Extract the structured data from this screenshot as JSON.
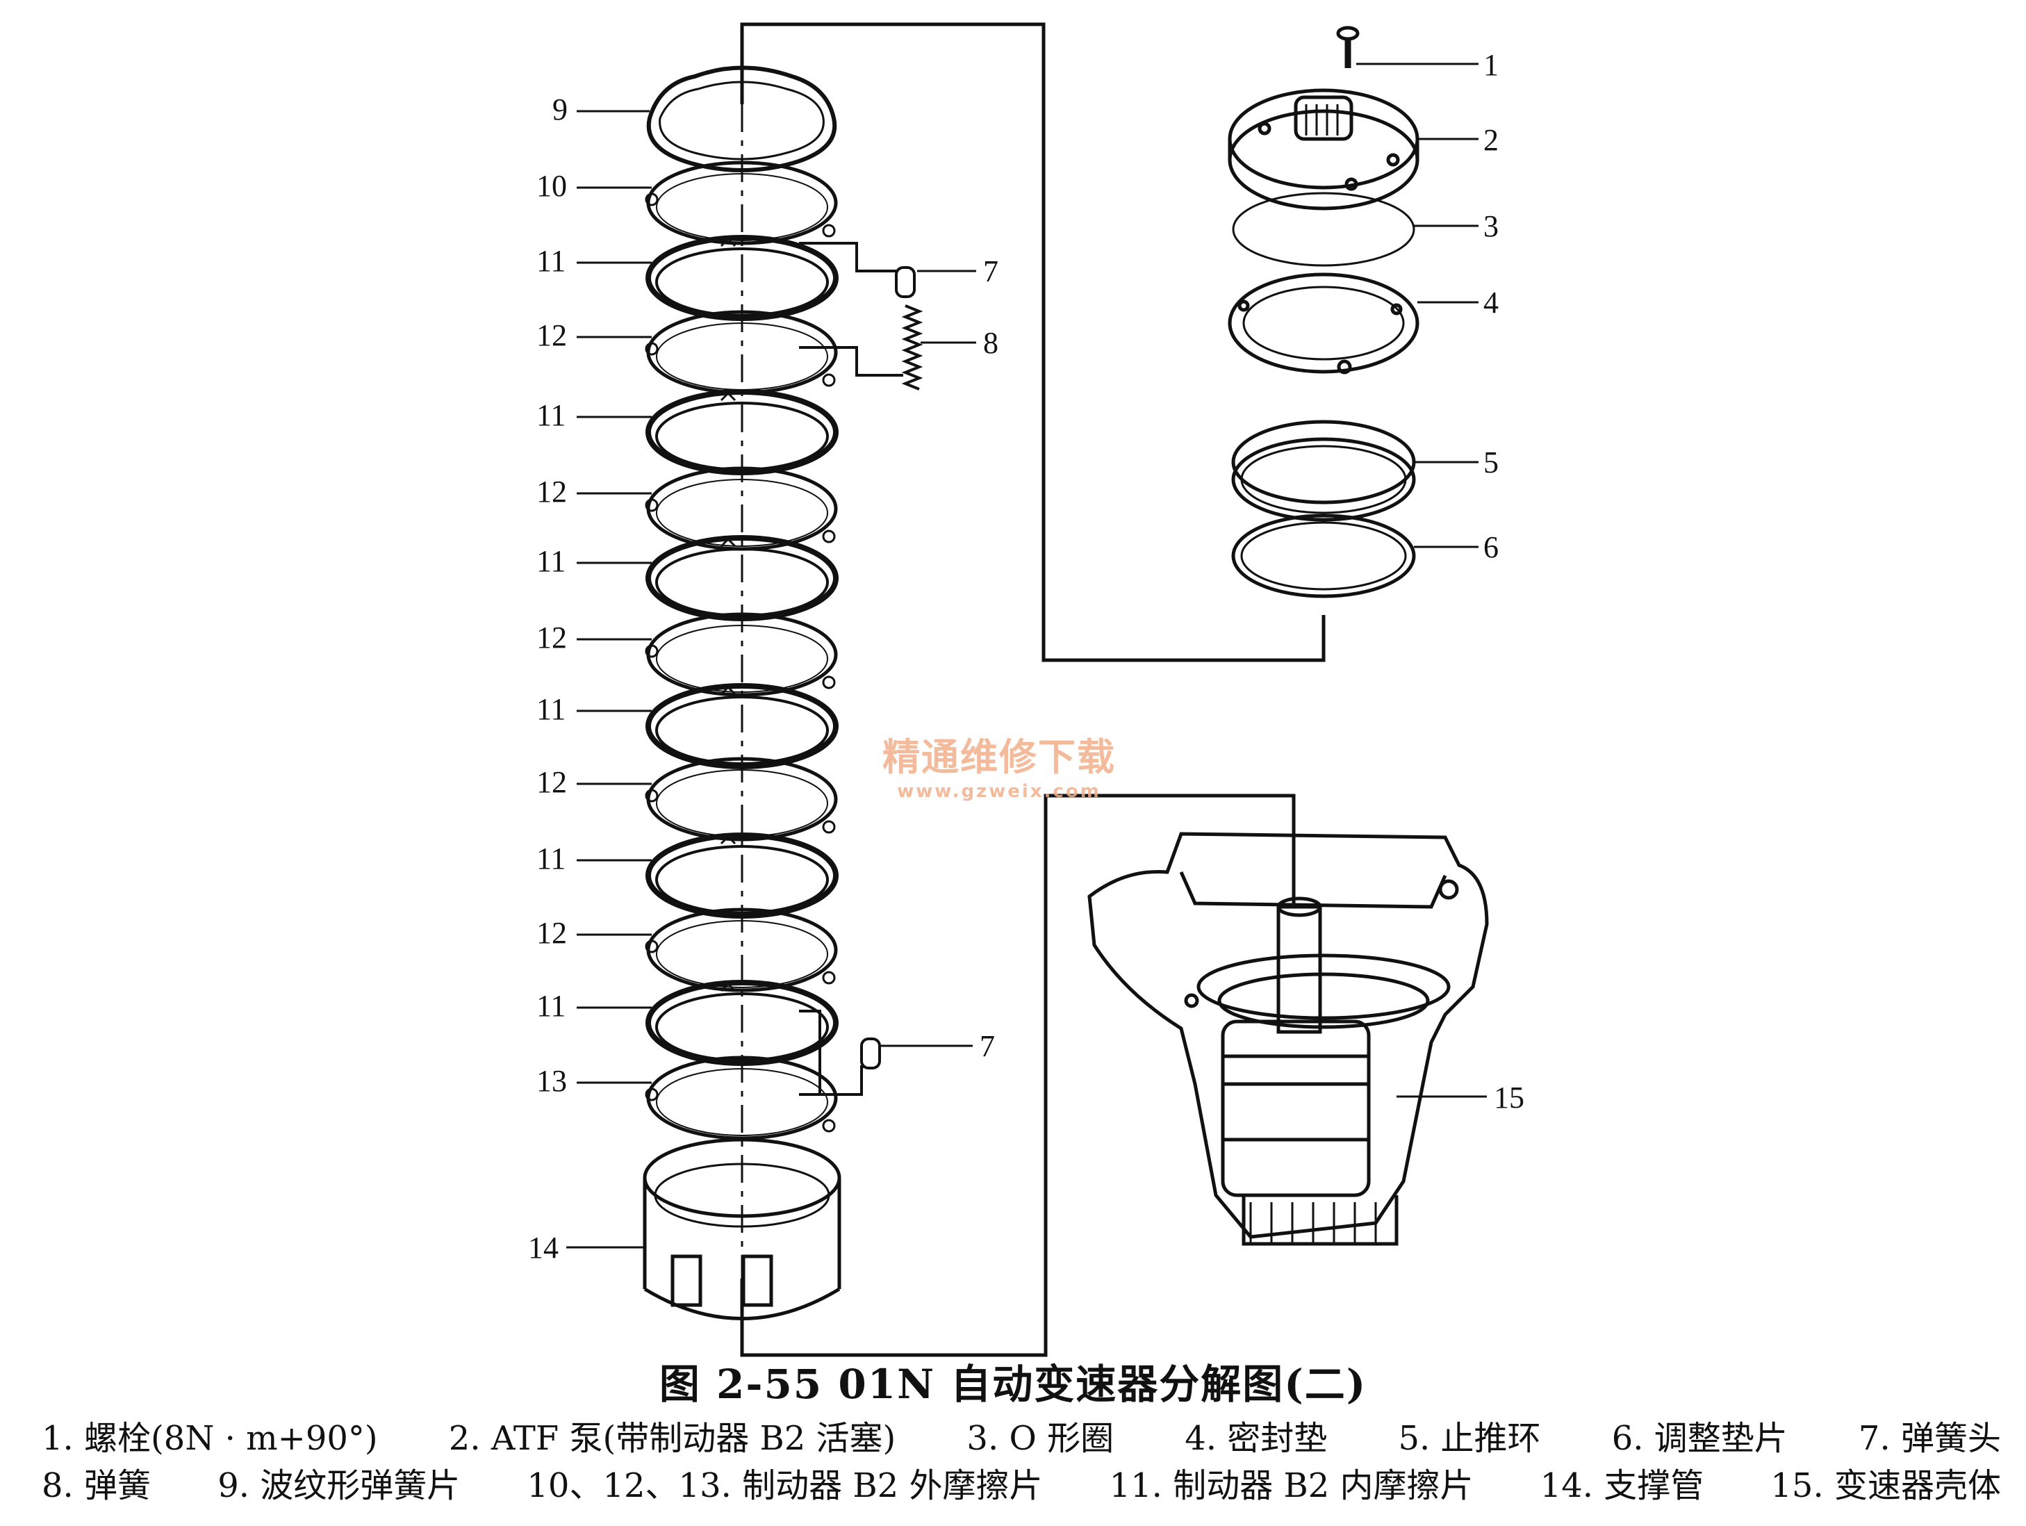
{
  "callouts": {
    "n1": "1",
    "n2": "2",
    "n3": "3",
    "n4": "4",
    "n5": "5",
    "n6": "6",
    "n7a": "7",
    "n7b": "7",
    "n8": "8",
    "n9": "9",
    "n10": "10",
    "n11a": "11",
    "n11b": "11",
    "n11c": "11",
    "n11d": "11",
    "n11e": "11",
    "n11f": "11",
    "n12a": "12",
    "n12b": "12",
    "n12c": "12",
    "n12d": "12",
    "n12e": "12",
    "n13": "13",
    "n14": "14",
    "n15": "15"
  },
  "watermark": {
    "line1": "精通维修下载",
    "line2": "www.gzweix.com"
  },
  "caption": {
    "title": "图 2-55    01N 自动变速器分解图(二)",
    "line1": [
      "1. 螺栓(8N · m+90°)",
      "2. ATF 泵(带制动器 B2 活塞)",
      "3. O 形圈",
      "4. 密封垫",
      "5. 止推环",
      "6. 调整垫片",
      "7. 弹簧头"
    ],
    "line2": [
      "8. 弹簧",
      "9. 波纹形弹簧片",
      "10、12、13. 制动器 B2 外摩擦片",
      "11. 制动器 B2 内摩擦片",
      "14. 支撑管",
      "15. 变速器壳体"
    ]
  },
  "colors": {
    "line": "#111111",
    "watermark": "#f1b08a",
    "background": "#ffffff"
  }
}
